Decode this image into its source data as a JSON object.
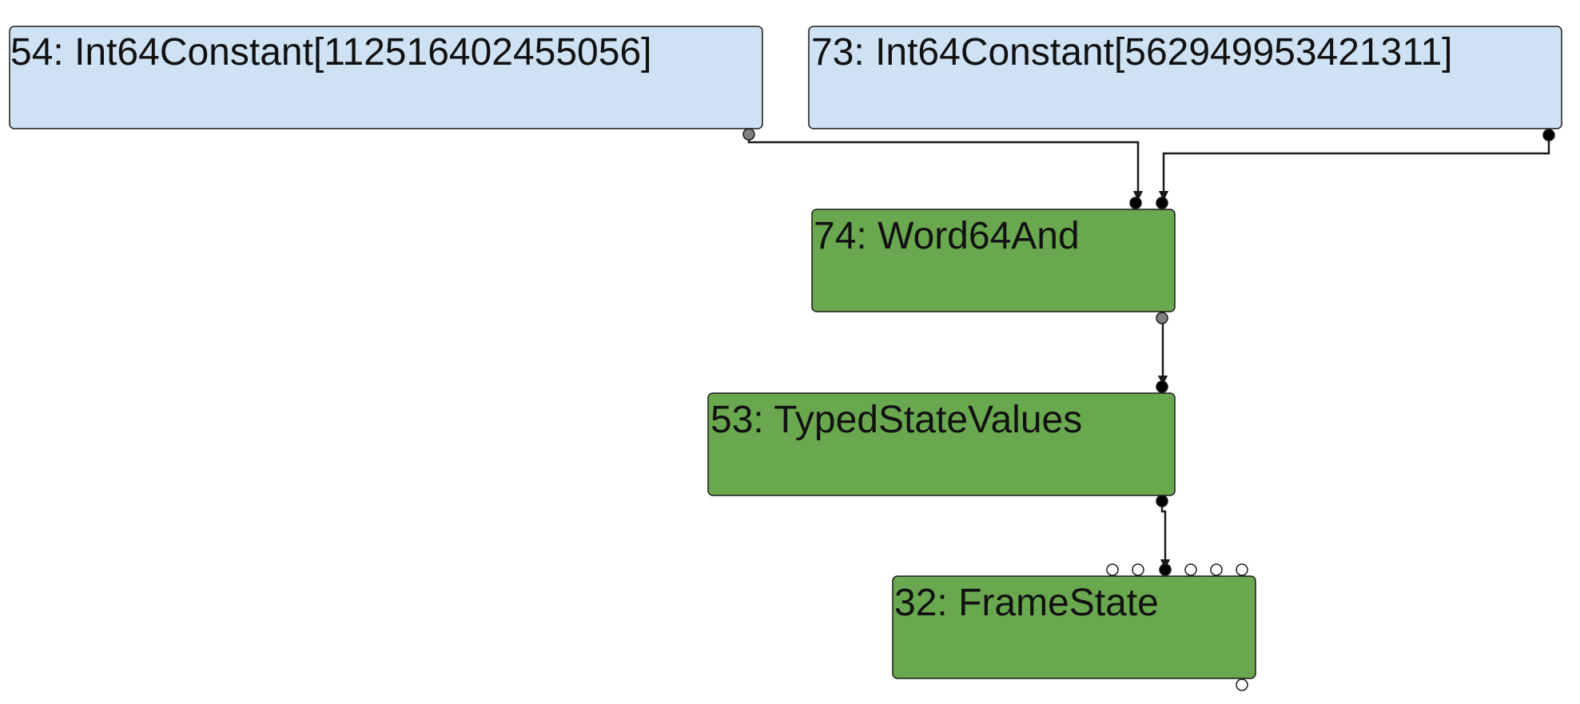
{
  "colors": {
    "constant_fill": "#cfe2f3",
    "op_fill": "#6aa84f",
    "node_stroke": "#1a1a1a",
    "edge": "#1a1a1a",
    "port_value": "#808080",
    "port_filled": "#000000",
    "port_empty": "#ffffff"
  },
  "nodes": [
    {
      "id": "54",
      "label": "54: Int64Constant[112516402455056]",
      "kind": "constant"
    },
    {
      "id": "73",
      "label": "73: Int64Constant[562949953421311]",
      "kind": "constant"
    },
    {
      "id": "74",
      "label": "74: Word64And",
      "kind": "operation"
    },
    {
      "id": "53",
      "label": "53: TypedStateValues",
      "kind": "operation"
    },
    {
      "id": "32",
      "label": "32: FrameState",
      "kind": "operation"
    }
  ],
  "edges": [
    {
      "from": "54",
      "to": "74"
    },
    {
      "from": "73",
      "to": "74"
    },
    {
      "from": "74",
      "to": "53"
    },
    {
      "from": "53",
      "to": "32"
    }
  ]
}
